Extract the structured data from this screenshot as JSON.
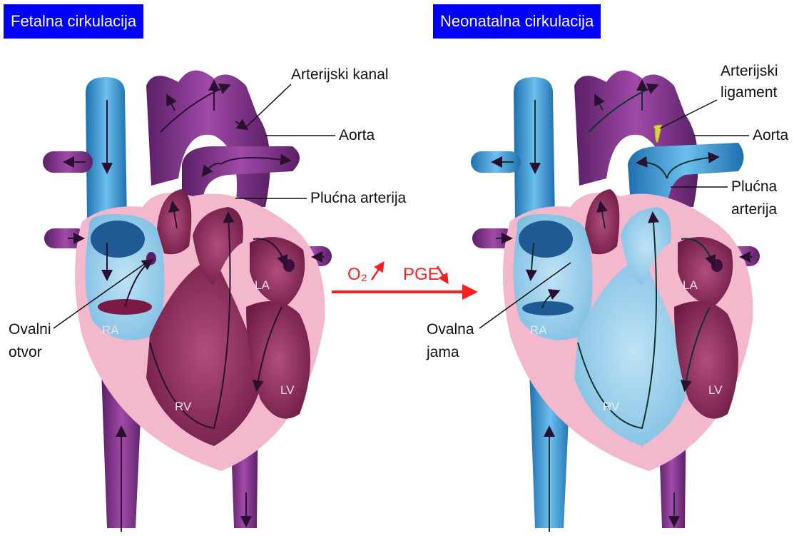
{
  "titles": {
    "fetal": "Fetalna cirkulacija",
    "neonatal": "Neonatalna cirkulacija"
  },
  "fetal_labels": {
    "ductus": "Arterijski kanal",
    "aorta": "Aorta",
    "pulmonary": "Plućna arterija",
    "foramen_line1": "Ovalni",
    "foramen_line2": "otvor",
    "ra": "RA",
    "rv": "RV",
    "la": "LA",
    "lv": "LV"
  },
  "transition": {
    "o2": "O₂",
    "pge": "PGE"
  },
  "neonatal_labels": {
    "ligament_line1": "Arterijski",
    "ligament_line2": "ligament",
    "aorta": "Aorta",
    "pulmonary_line1": "Plućna",
    "pulmonary_line2": "arterija",
    "fossa_line1": "Ovalna",
    "fossa_line2": "jama",
    "ra": "RA",
    "rv": "RV",
    "la": "LA",
    "lv": "LV"
  },
  "colors": {
    "title_bg": "#0000ff",
    "oxygenated_purple": "#7a2c80",
    "deoxygenated_blue": "#3b9bd6",
    "myocardium_pink": "#f4b8cd",
    "chamber_dark": "#8c2a5a",
    "arrow_red": "#ff1e1e"
  }
}
